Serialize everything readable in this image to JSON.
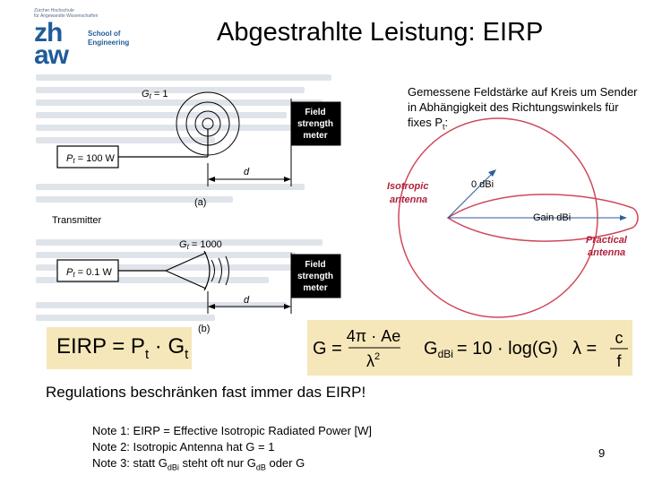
{
  "title": "Abgestrahlte Leistung: EIRP",
  "logo": {
    "small_line_1": "Zürcher Hochschule",
    "small_line_2": "für Angewandte Wissenschaften",
    "main_line_1": "zh",
    "main_line_2": "aw",
    "sub_line_1": "School of",
    "sub_line_2": "Engineering"
  },
  "description": "Gemessene Feldstärke auf Kreis um Sender in Abhängigkeit des Richtungswinkels für fixes P",
  "description_sub": "t",
  "description_end": ":",
  "transmitter_label": "Transmitter",
  "figure_a": {
    "gain_label": "G",
    "gain_sub": "t",
    "gain_value": " = 1",
    "power_label": "P",
    "power_sub": "t",
    "power_value": " = 100 W",
    "meter_line_1": "Field",
    "meter_line_2": "strength",
    "meter_line_3": "meter",
    "distance": "d",
    "caption": "(a)"
  },
  "figure_b": {
    "gain_label": "G",
    "gain_sub": "t",
    "gain_value": " = 1000",
    "power_label": "P",
    "power_sub": "t",
    "power_value": " = 0.1 W",
    "meter_line_1": "Field",
    "meter_line_2": "strength",
    "meter_line_3": "meter",
    "distance": "d",
    "caption": "(b)"
  },
  "antenna_diagram": {
    "isotropic_line_1": "Isotropic",
    "isotropic_line_2": "antenna",
    "zero_dbi": "0 dBi",
    "gain_dbi": "Gain  dBi",
    "practical_line_1": "Practical",
    "practical_line_2": "antenna"
  },
  "formulas": {
    "eirp_main": "EIRP = P",
    "eirp_sub1": "t",
    "eirp_dot": " · G",
    "eirp_sub2": "t",
    "gain_lhs": "G =",
    "gain_num": "4π · Ae",
    "gain_den": "λ",
    "gain_den_exp": "2",
    "gdbi_lhs": "G",
    "gdbi_sub": "dBi",
    "gdbi_rhs": "= 10 · log(G)",
    "lambda_lhs": "λ =",
    "lambda_num": "c",
    "lambda_den": "f"
  },
  "regulations": "Regulations beschränken fast immer das EIRP!",
  "notes": {
    "note1": "Note 1: EIRP = Effective Isotropic Radiated Power [W]",
    "note2": "Note 2: Isotropic Antenna  hat G = 1",
    "note3_a": "Note 3: statt G",
    "note3_sub1": "dBi",
    "note3_b": " steht oft nur G",
    "note3_sub2": "dB",
    "note3_c": " oder G"
  },
  "page_number": "9",
  "colors": {
    "logo_blue": "#1f5c9a",
    "formula_background": "#f5e7b9",
    "antenna_red": "#d0485a",
    "antenna_label_red": "#b0223a",
    "arrow_blue": "#2e5e9c"
  }
}
